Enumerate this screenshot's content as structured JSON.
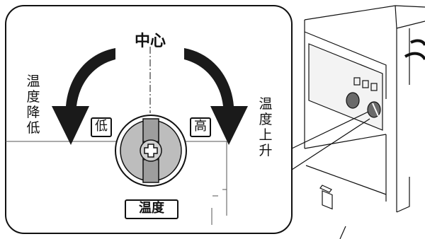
{
  "diagram": {
    "center_label": "中心",
    "left_vertical_label": [
      "温",
      "度",
      "降",
      "低"
    ],
    "right_vertical_label": [
      "温",
      "度",
      "上",
      "升"
    ],
    "low_badge": "低",
    "high_badge": "高",
    "dial_label": "温度"
  },
  "colors": {
    "ink": "#111111",
    "arrow": "#1a1a1a",
    "knob_metal": "#bdbdbd",
    "knob_slot": "#9e9e9e",
    "panel_line": "#555555"
  }
}
